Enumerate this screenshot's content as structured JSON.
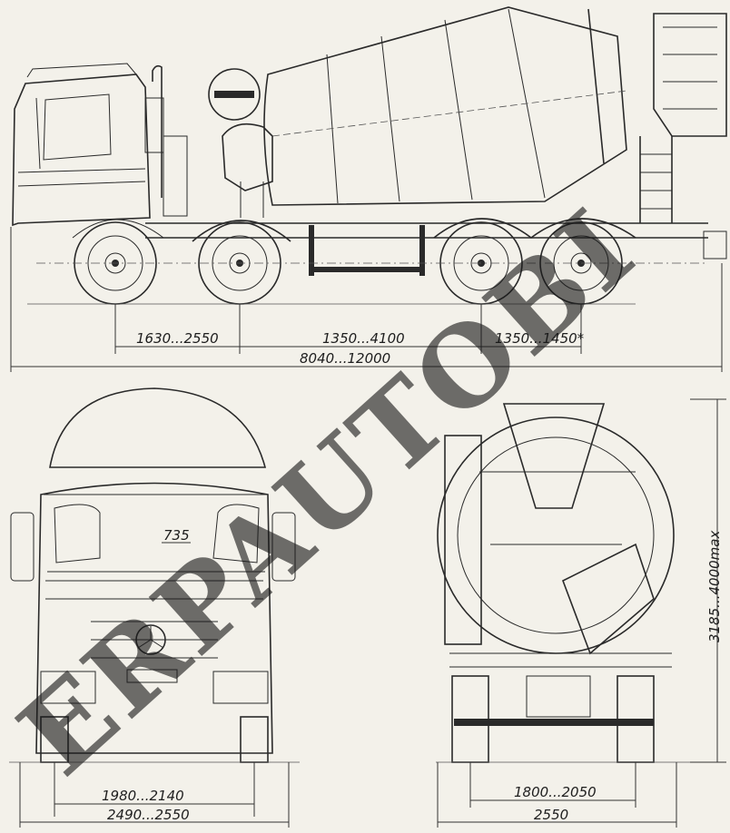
{
  "dimensions": {
    "wheelbase_front": "1630...2550",
    "wheelbase_middle": "1350...4100",
    "rear_axle_spacing": "1350...1450*",
    "overall_length": "8040...12000",
    "cab_seat_spacing": "735",
    "front_track": "1980...2140",
    "front_width": "2490...2550",
    "rear_track": "1800...2050",
    "rear_width": "2550",
    "overall_height": "3185...4000max"
  },
  "watermark": "ERPAUTOBI"
}
